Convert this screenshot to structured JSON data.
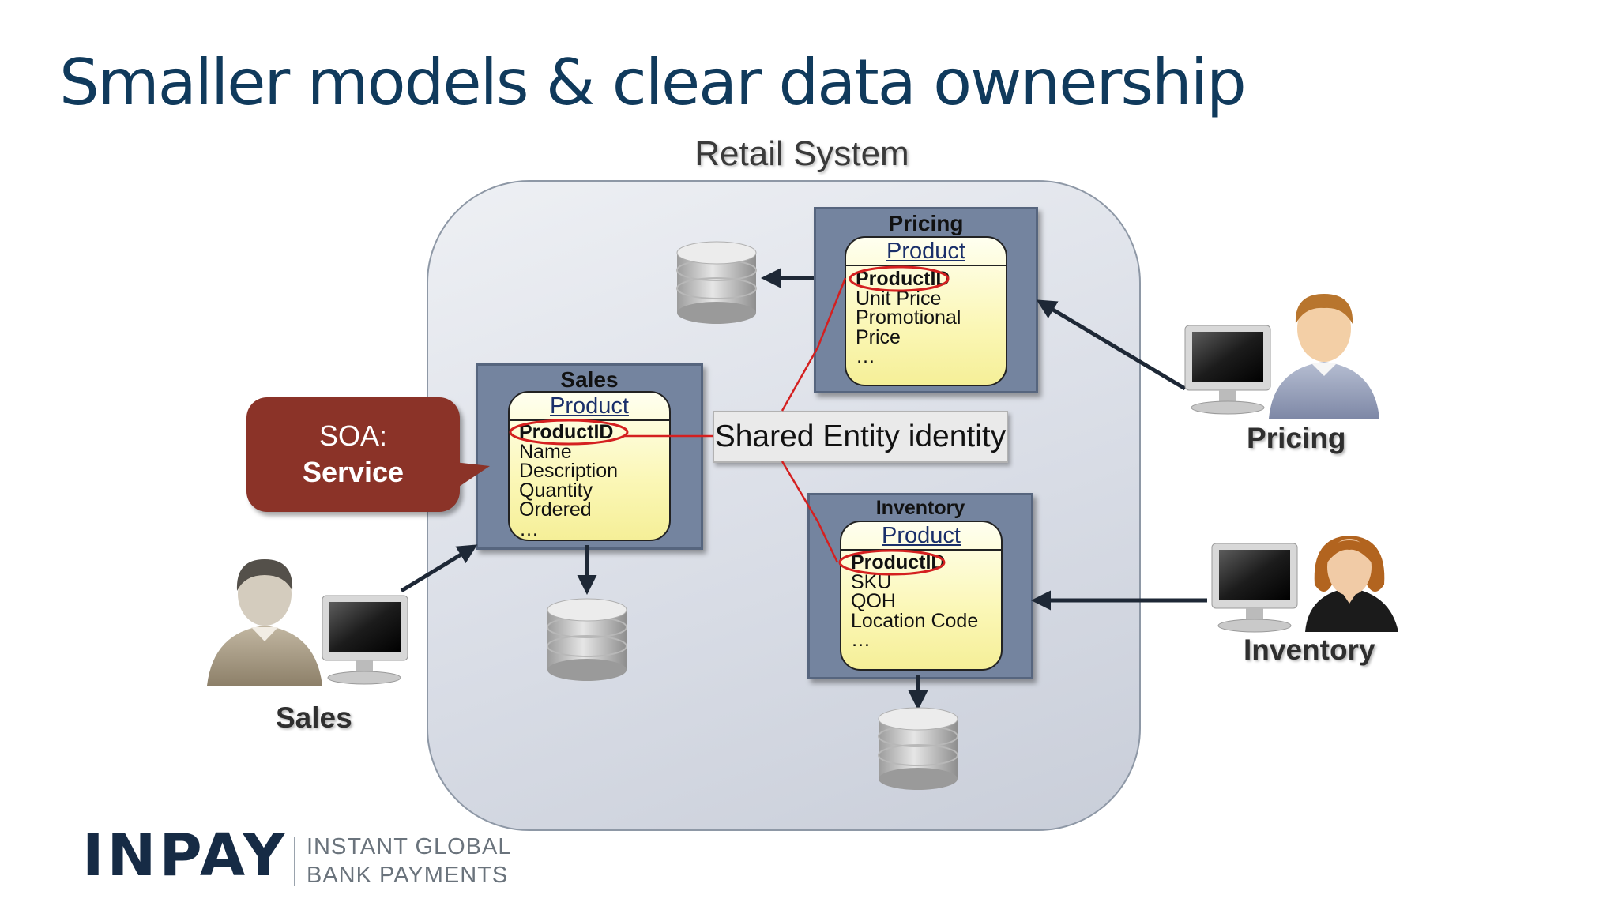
{
  "slide": {
    "title": "Smaller models & clear data ownership",
    "diagram_title": "Retail System"
  },
  "services": {
    "sales": {
      "title": "Sales",
      "entity": "Product",
      "fields": [
        "ProductID",
        "Name",
        "Description",
        "Quantity",
        "Ordered",
        "…"
      ]
    },
    "pricing": {
      "title": "Pricing",
      "entity": "Product",
      "fields": [
        "ProductID",
        "Unit Price",
        "Promotional",
        "Price",
        "…"
      ]
    },
    "inventory": {
      "title": "Inventory",
      "entity": "Product",
      "fields": [
        "ProductID",
        "SKU",
        "QOH",
        "Location Code",
        "…"
      ]
    }
  },
  "callout": {
    "line1": "SOA:",
    "line2": "Service"
  },
  "shared_label": "Shared Entity identity",
  "actors": {
    "sales": "Sales",
    "pricing": "Pricing",
    "inventory": "Inventory"
  },
  "logo": {
    "name": "INPAY",
    "tagline_line1": "INSTANT GLOBAL",
    "tagline_line2": "BANK PAYMENTS"
  },
  "colors": {
    "title": "#103a5c",
    "service_box": "#74849f",
    "entity_fill": "#fbf7b6",
    "callout": "#8b3328",
    "highlight": "#d42020",
    "logo": "#162b45"
  }
}
